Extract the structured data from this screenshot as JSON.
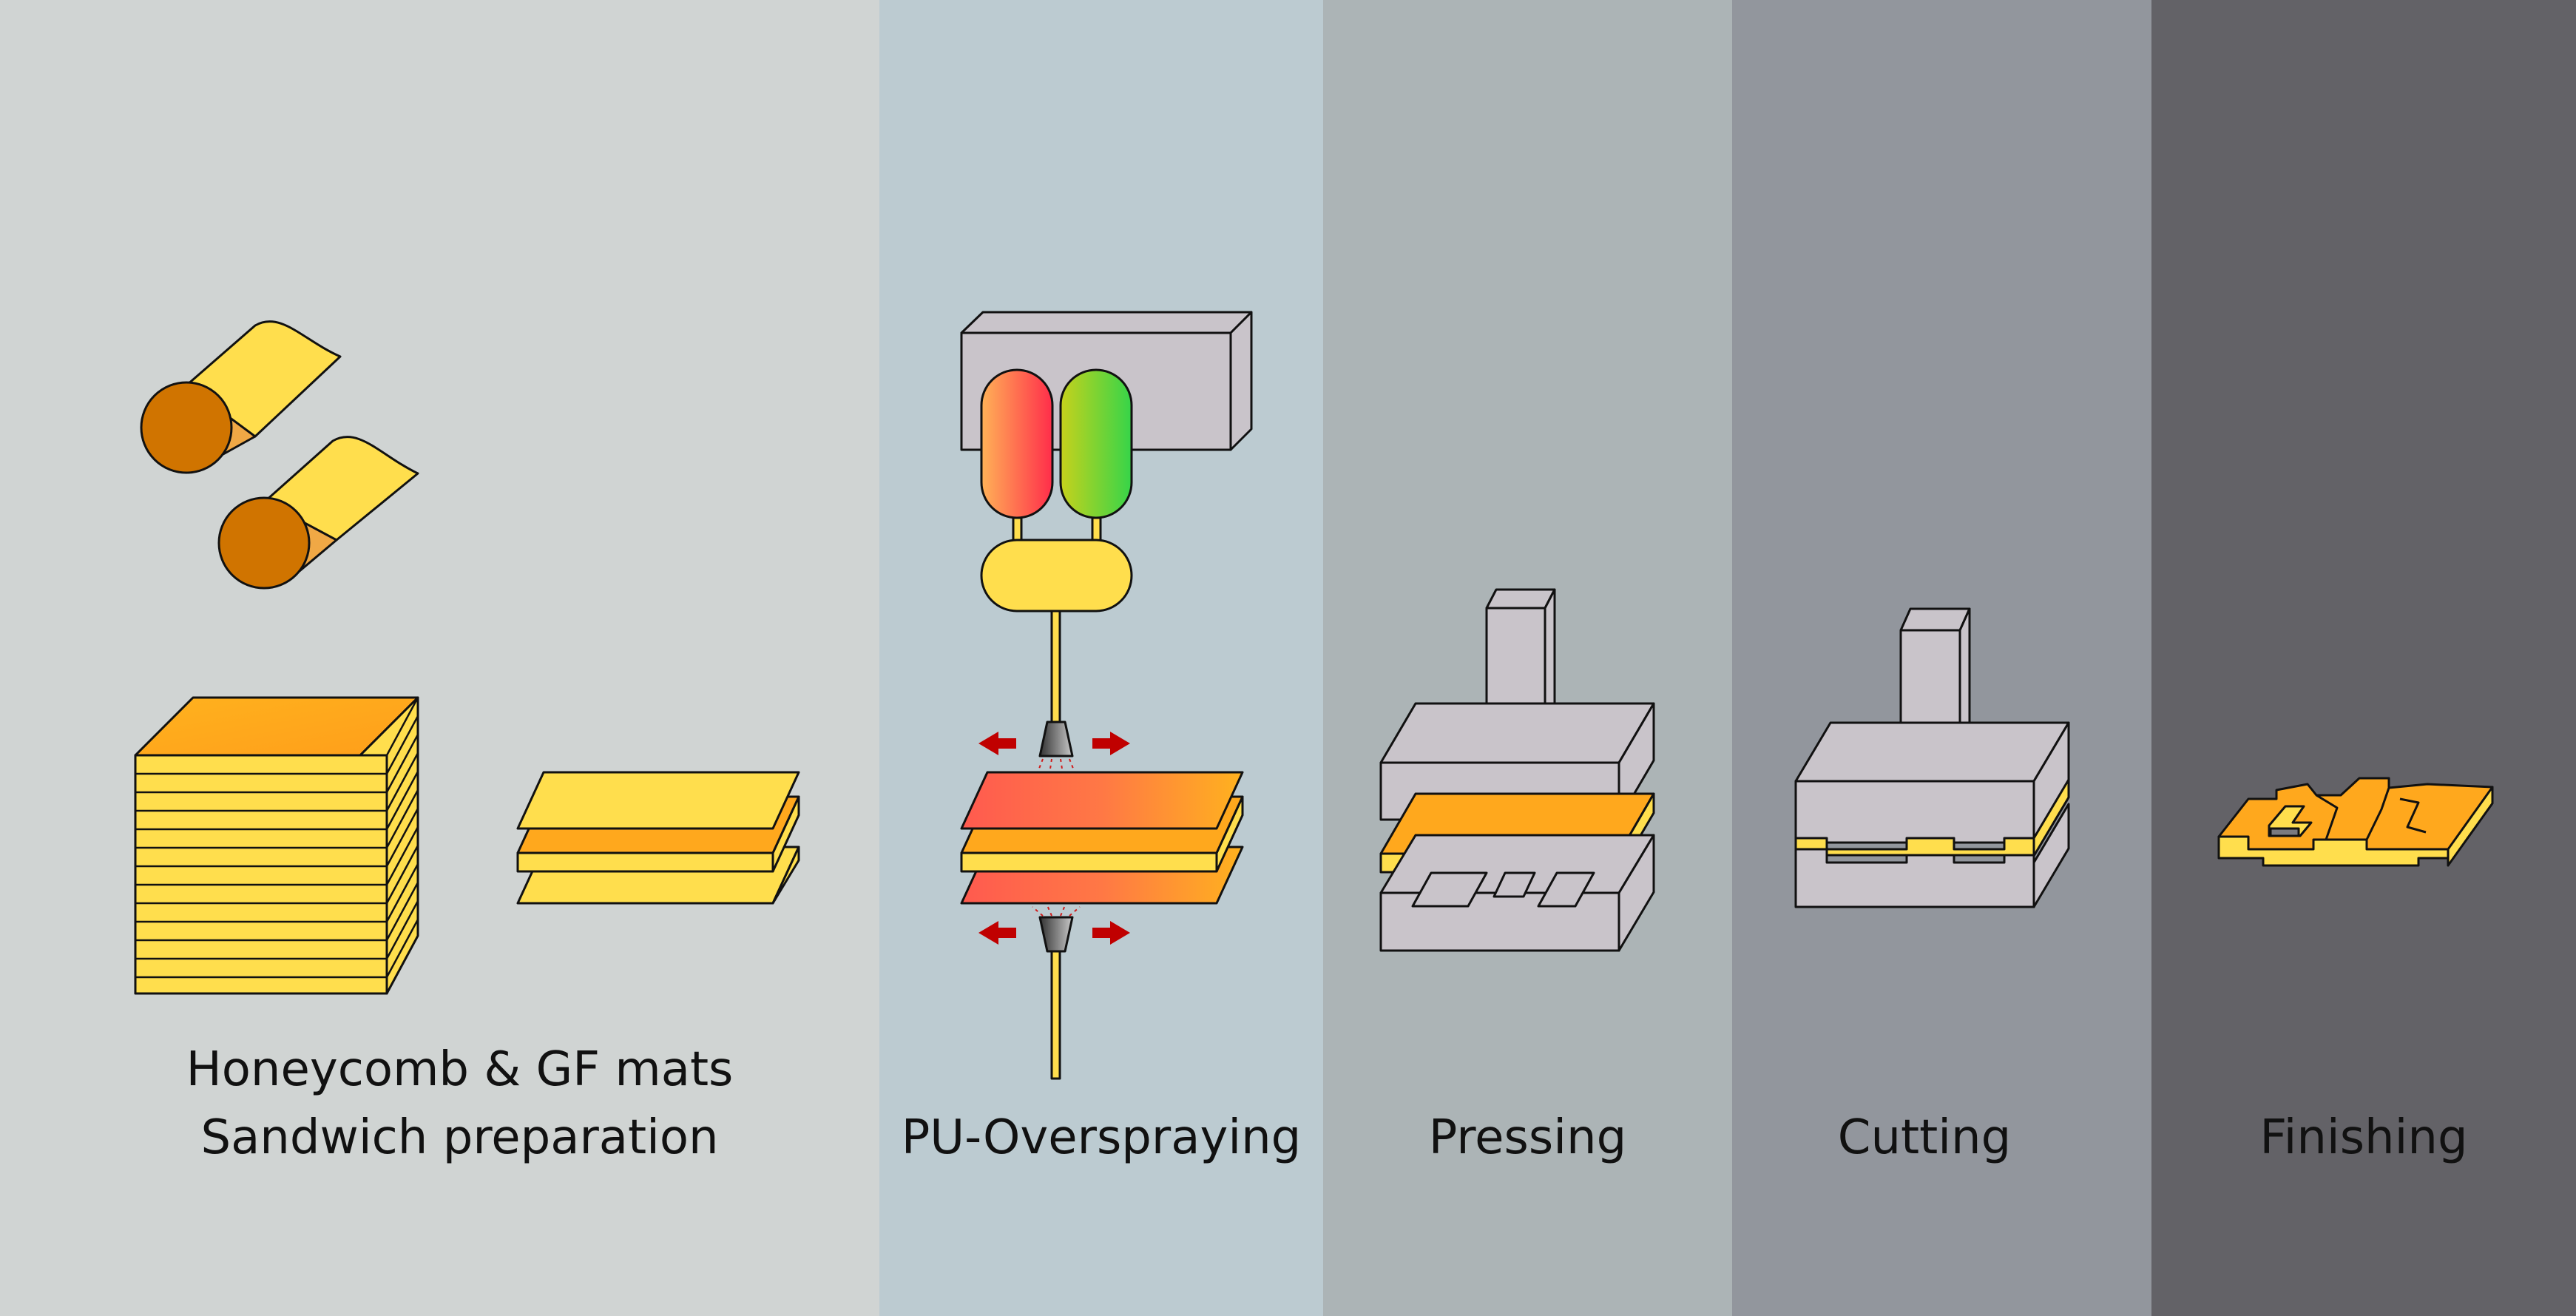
{
  "colors": {
    "panel_1": "#d0d4d3",
    "panel_2": "#bccbd1",
    "panel_3": "#acb4b6",
    "panel_4": "#92969d",
    "panel_5": "#636267",
    "yellow": "#ffde4d",
    "orange": "#ffa81d",
    "roll_brown": "#d07400",
    "machine_grey": "#c9c4ca",
    "arrow_red": "#c00000"
  },
  "stages": [
    {
      "lines": [
        "Honeycomb & GF mats",
        "Sandwich preparation"
      ]
    },
    {
      "lines": [
        "PU-Overspraying"
      ]
    },
    {
      "lines": [
        "Pressing"
      ]
    },
    {
      "lines": [
        "Cutting"
      ]
    },
    {
      "lines": [
        "Finishing"
      ]
    }
  ]
}
